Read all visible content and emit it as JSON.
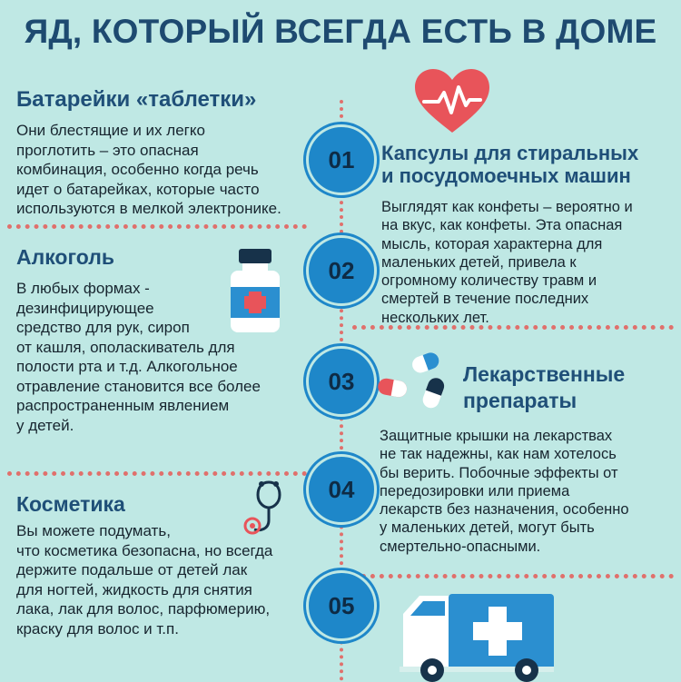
{
  "title": "ЯД, КОТОРЫЙ ВСЕГДА ЕСТЬ В ДОМЕ",
  "numbers": [
    "01",
    "02",
    "03",
    "04",
    "05"
  ],
  "items": {
    "batteries": {
      "heading": "Батарейки «таблетки»",
      "lines": [
        "Они блестящие и их легко",
        "проглотить – это опасная",
        "комбинация, особенно когда речь",
        "идет о батарейках, которые часто",
        "используются в мелкой электронике."
      ]
    },
    "capsules": {
      "heading_lines": [
        "Капсулы для стиральных",
        "и посудомоечных машин"
      ],
      "lines": [
        "Выглядят как конфеты – вероятно и",
        "на вкус, как конфеты. Эта опасная",
        "мысль, которая характерна для",
        "маленьких детей, привела к",
        "огромному количеству травм и",
        "смертей в течение последних",
        "нескольких лет."
      ]
    },
    "alcohol": {
      "heading": "Алкоголь",
      "lines": [
        "В любых формах -",
        "дезинфицирующее",
        "средство для рук, сироп",
        "от кашля, ополаскиватель для",
        "полости рта и т.д. Алкогольное",
        "отравление становится все более",
        "распространенным явлением",
        "у детей."
      ]
    },
    "medicines": {
      "heading_lines": [
        "Лекарственные",
        "препараты"
      ],
      "lines": [
        "Защитные крышки на лекарствах",
        "не так надежны, как нам хотелось",
        "бы верить. Побочные эффекты от",
        "передозировки или приема",
        "лекарств без назначения, особенно",
        "у маленьких детей, могут быть",
        "смертельно-опасными."
      ]
    },
    "cosmetics": {
      "heading": "Косметика",
      "lines": [
        "Вы можете подумать,",
        "что косметика безопасна, но всегда",
        "держите подальше от детей лак",
        "для ногтей, жидкость для снятия",
        "лака, лак для волос, парфюмерию,",
        "краску для волос и т.п."
      ]
    }
  },
  "colors": {
    "background": "#bfe8e4",
    "circle": "#1e87c9",
    "heading": "#1f4f78",
    "dotted_line": "#e0706c",
    "accent_red": "#e8545a"
  },
  "icons": [
    "heart-pulse-icon",
    "medicine-bottle-icon",
    "pills-icon",
    "stethoscope-icon",
    "ambulance-icon"
  ]
}
